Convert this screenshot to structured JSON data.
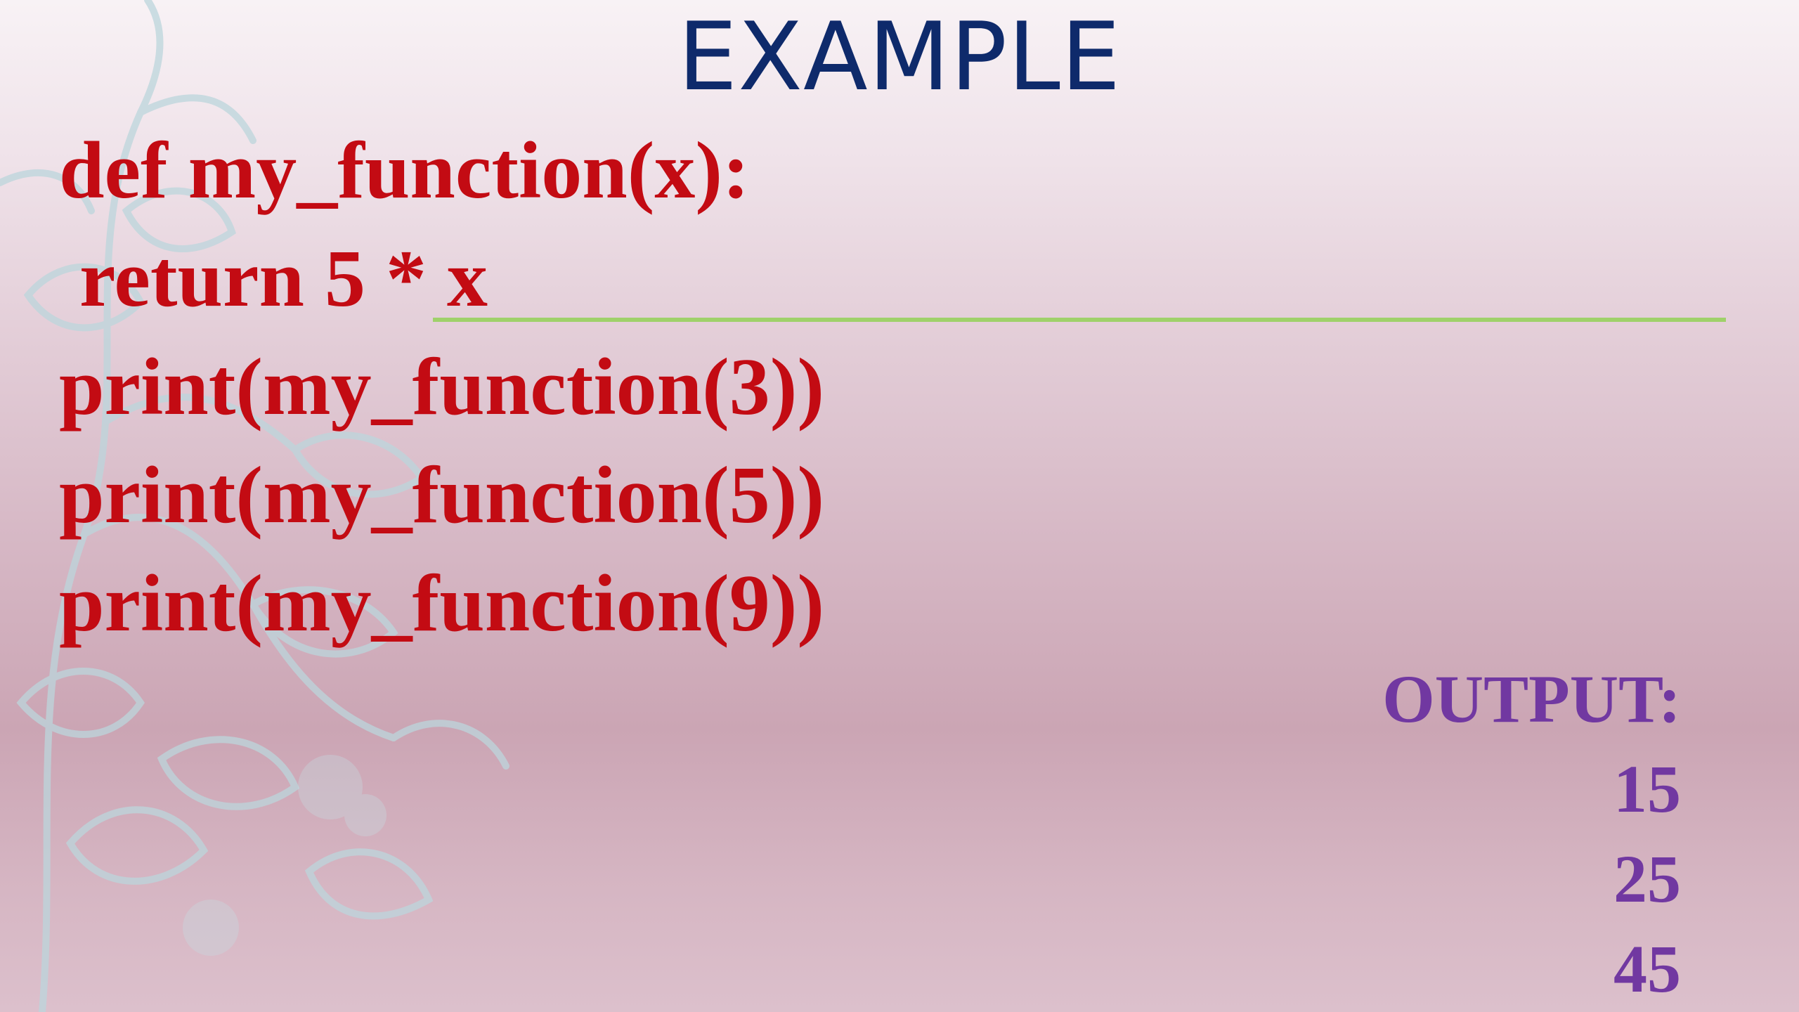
{
  "slide": {
    "title": "EXAMPLE",
    "code_lines": [
      "def my_function(x):",
      " return 5 * x",
      "print(my_function(3))",
      "print(my_function(5))",
      "print(my_function(9))"
    ],
    "output_label": "OUTPUT:",
    "output_values": [
      "15",
      "25",
      "45"
    ]
  },
  "colors": {
    "title": "#0e2a6b",
    "code": "#c30b13",
    "output": "#7138a1",
    "rule": "#9fd16a"
  }
}
